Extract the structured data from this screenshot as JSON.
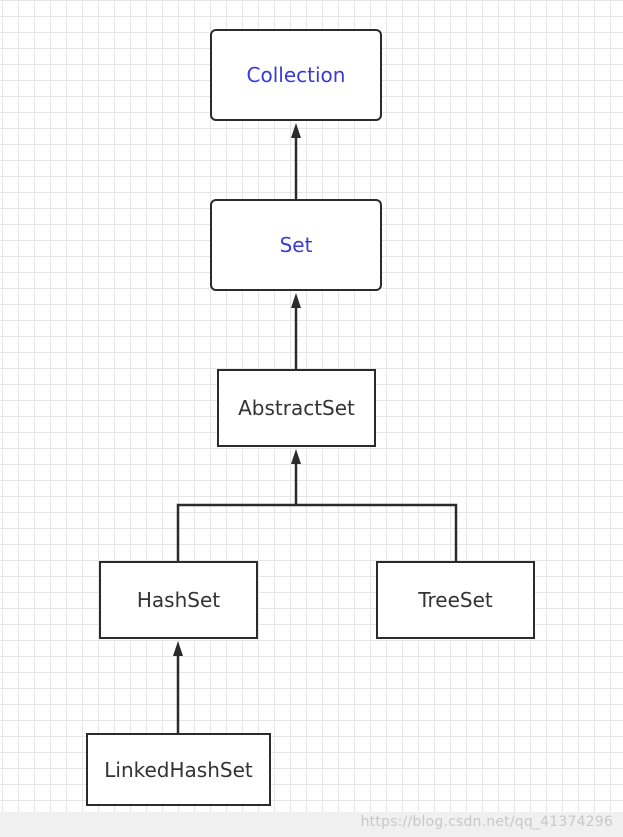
{
  "diagram": {
    "nodes": {
      "collection": {
        "label": "Collection"
      },
      "set": {
        "label": "Set"
      },
      "abstract_set": {
        "label": "AbstractSet"
      },
      "hash_set": {
        "label": "HashSet"
      },
      "tree_set": {
        "label": "TreeSet"
      },
      "linked_hash_set": {
        "label": "LinkedHashSet"
      }
    },
    "edges": [
      {
        "from": "set",
        "to": "collection"
      },
      {
        "from": "abstract_set",
        "to": "set"
      },
      {
        "from": "hash_set",
        "to": "abstract_set"
      },
      {
        "from": "tree_set",
        "to": "abstract_set"
      },
      {
        "from": "linked_hash_set",
        "to": "hash_set"
      }
    ],
    "colors": {
      "interface_text": "#3a3ad6",
      "class_text": "#333333",
      "stroke": "#2b2b2b",
      "grid": "#e6e6e6"
    }
  },
  "footer": {
    "watermark": "https://blog.csdn.net/qq_41374296"
  }
}
